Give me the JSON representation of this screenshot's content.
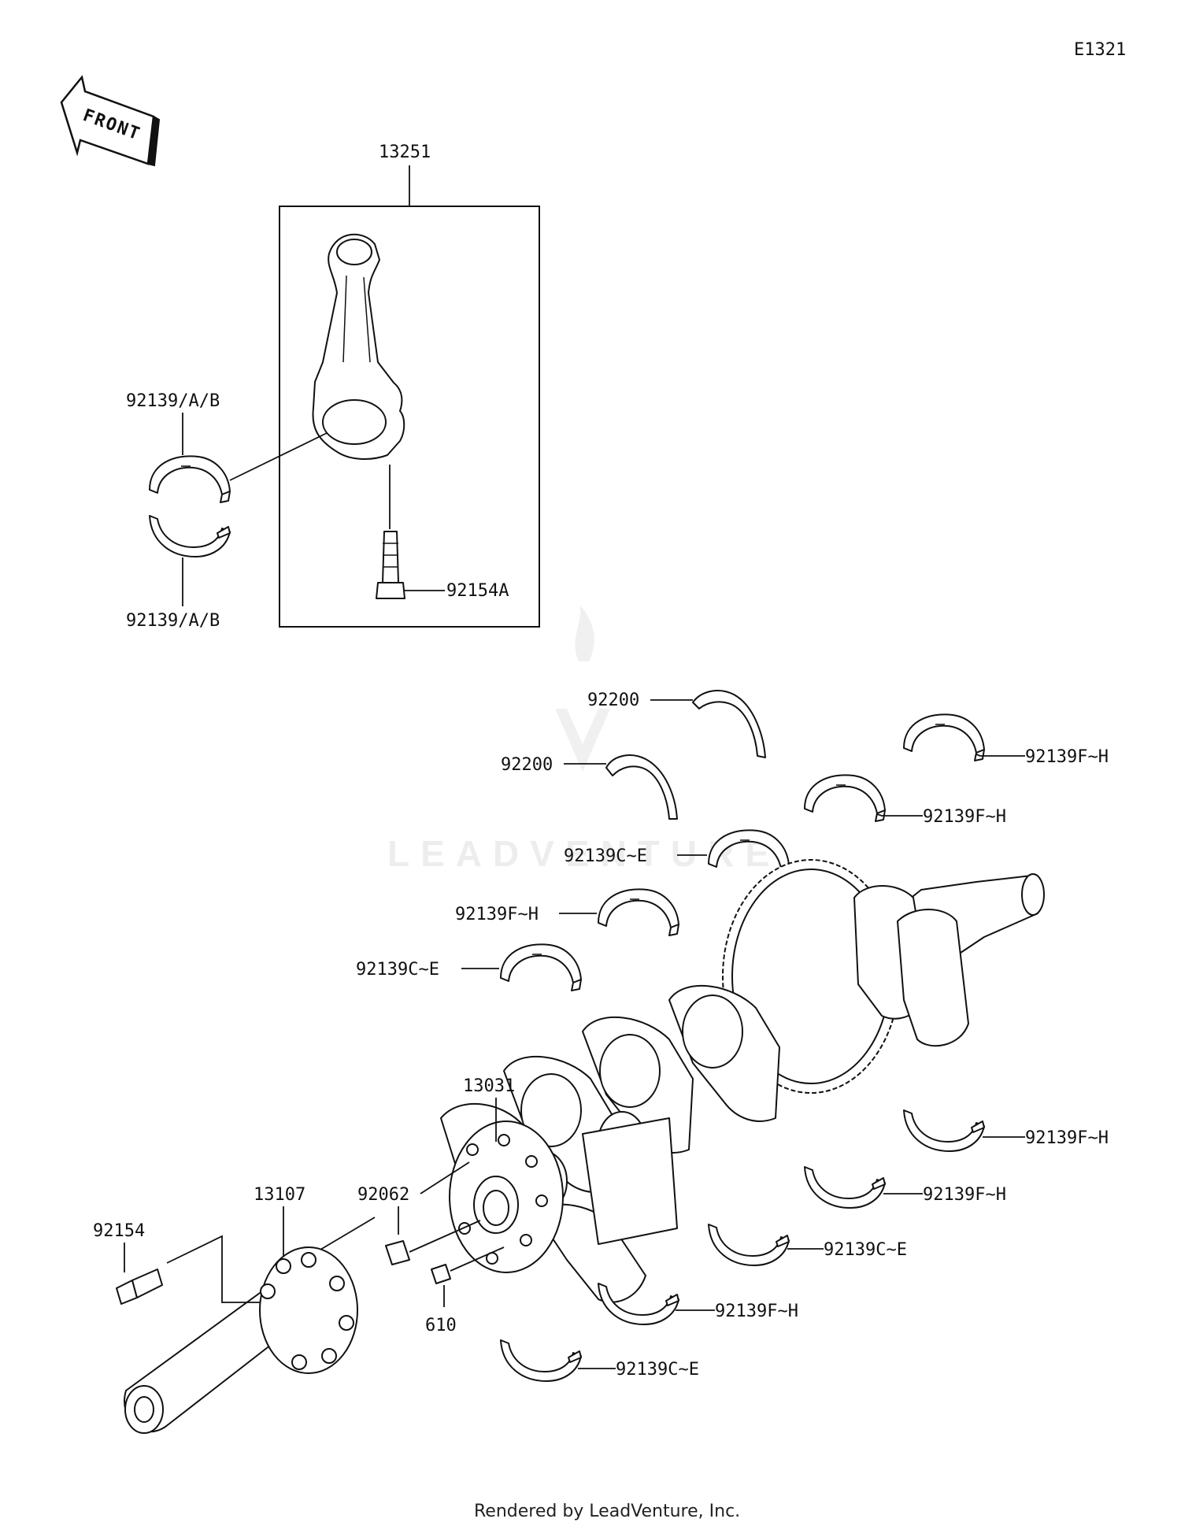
{
  "diagram_id": "E1321",
  "front_arrow_label": "FRONT",
  "watermark": "LEADVENTURE",
  "footer": "Rendered by LeadVenture, Inc.",
  "callouts": {
    "connecting_rod_assy": "13251",
    "rod_bearing_upper": "92139/A/B",
    "rod_bearing_lower": "92139/A/B",
    "rod_bolt": "92154A",
    "thrust_washer_1": "92200",
    "thrust_washer_2": "92200",
    "main_bearing_upper_1": "92139F~H",
    "main_bearing_upper_2": "92139F~H",
    "main_bearing_upper_3": "92139C~E",
    "main_bearing_upper_4": "92139F~H",
    "main_bearing_upper_5": "92139C~E",
    "crankshaft": "13031",
    "plug": "92062",
    "pin": "610",
    "shaft": "13107",
    "bolt": "92154",
    "main_bearing_lower_1": "92139F~H",
    "main_bearing_lower_2": "92139F~H",
    "main_bearing_lower_3": "92139C~E",
    "main_bearing_lower_4": "92139F~H",
    "main_bearing_lower_5": "92139C~E"
  }
}
